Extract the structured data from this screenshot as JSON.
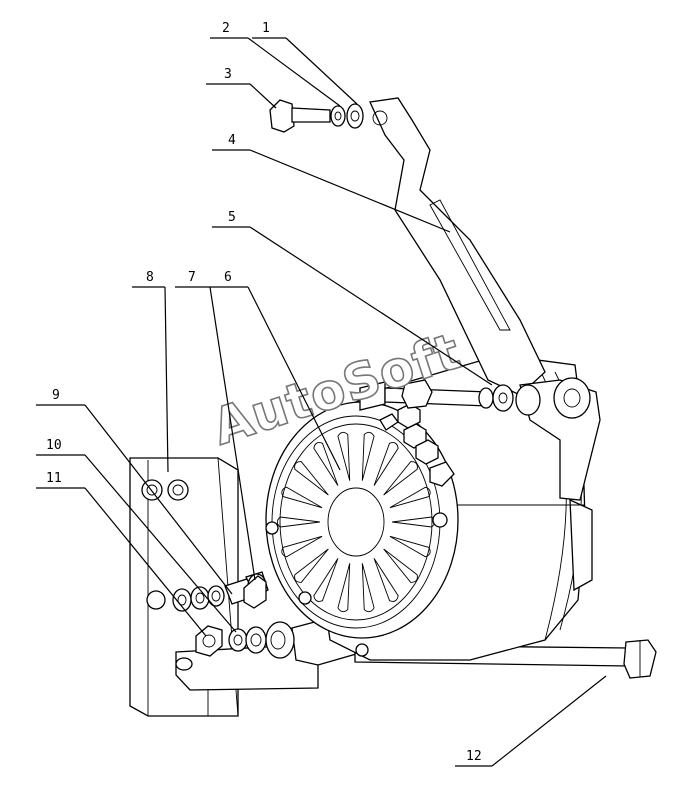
{
  "watermark": "AutoSoft",
  "callouts": [
    {
      "id": "1",
      "label": "1"
    },
    {
      "id": "2",
      "label": "2"
    },
    {
      "id": "3",
      "label": "3"
    },
    {
      "id": "4",
      "label": "4"
    },
    {
      "id": "5",
      "label": "5"
    },
    {
      "id": "6",
      "label": "6"
    },
    {
      "id": "7",
      "label": "7"
    },
    {
      "id": "8",
      "label": "8"
    },
    {
      "id": "9",
      "label": "9"
    },
    {
      "id": "10",
      "label": "10"
    },
    {
      "id": "11",
      "label": "11"
    },
    {
      "id": "12",
      "label": "12"
    }
  ]
}
